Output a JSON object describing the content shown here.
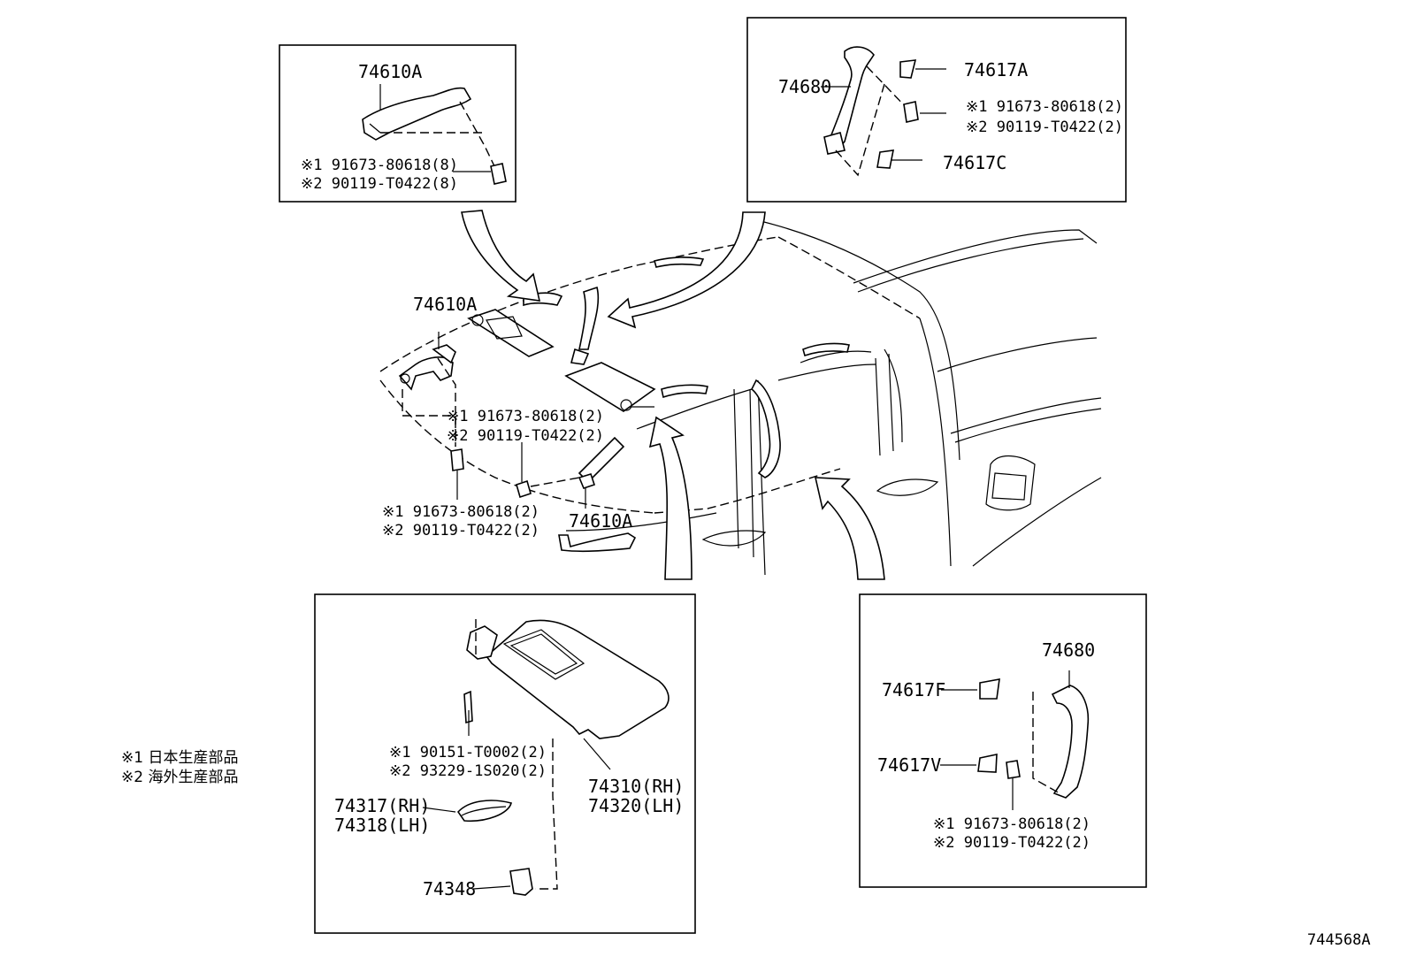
{
  "diagram_id": "744568A",
  "legend": {
    "note1": "※1 日本生産部品",
    "note2": "※2 海外生産部品"
  },
  "top_left_box": {
    "part": "74610A",
    "fastener1": "※1 91673-80618(8)",
    "fastener2": "※2 90119-T0422(8)"
  },
  "top_right_box": {
    "part_handle": "74680",
    "cap_a": "74617A",
    "cap_c": "74617C",
    "fastener1": "※1 91673-80618(2)",
    "fastener2": "※2 90119-T0422(2)"
  },
  "main_view": {
    "handle_label_top": "74610A",
    "handle_label_bottom": "74610A",
    "fastener_a1": "※1 91673-80618(2)",
    "fastener_a2": "※2 90119-T0422(2)",
    "fastener_b1": "※1 91673-80618(2)",
    "fastener_b2": "※2 90119-T0422(2)"
  },
  "bottom_left_box": {
    "screw1": "※1 90151-T0002(2)",
    "screw2": "※2 93229-1S020(2)",
    "visor_rh": "74310(RH)",
    "visor_lh": "74320(LH)",
    "band_rh": "74317(RH)",
    "band_lh": "74318(LH)",
    "holder": "74348"
  },
  "bottom_right_box": {
    "handle": "74680",
    "cap_f": "74617F",
    "cap_v": "74617V",
    "fastener1": "※1 91673-80618(2)",
    "fastener2": "※2 90119-T0422(2)"
  }
}
